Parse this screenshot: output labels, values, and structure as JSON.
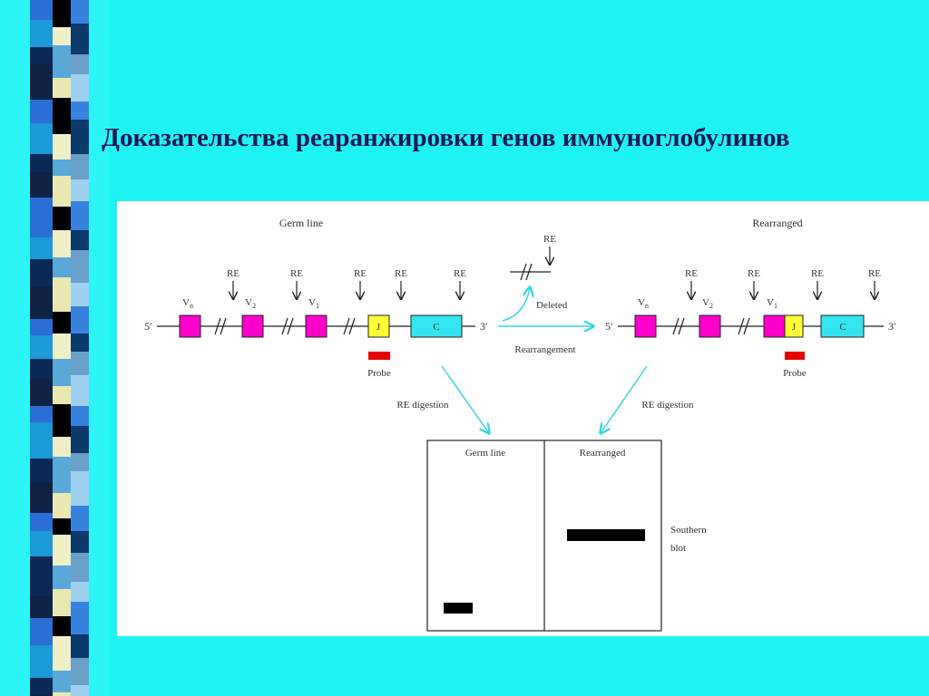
{
  "title": "Доказательства реаранжировки генов иммуноглобулинов",
  "diagram": {
    "germline_label": "Germ line",
    "rearranged_label": "Rearranged",
    "re": "RE",
    "five_prime": "5′",
    "three_prime": "3′",
    "segments": {
      "vn": "V",
      "vn_sub": "n",
      "v2": "V",
      "v2_sub": "2",
      "v1": "V",
      "v1_sub": "1",
      "j": "J",
      "c": "C"
    },
    "probe": "Probe",
    "deleted": "Deleted",
    "rearrangement": "Rearrangement",
    "re_digestion": "RE digestion",
    "blot": {
      "lane_germline": "Germ line",
      "lane_rearranged": "Rearranged",
      "caption_line1": "Southern",
      "caption_line2": "blot"
    }
  },
  "colors": {
    "v_segment": "#ff00cc",
    "j_segment": "#ffff33",
    "c_segment": "#33e5f0",
    "probe": "#e60000",
    "arrow": "#33d6e6",
    "background": "#1ff2f2"
  }
}
